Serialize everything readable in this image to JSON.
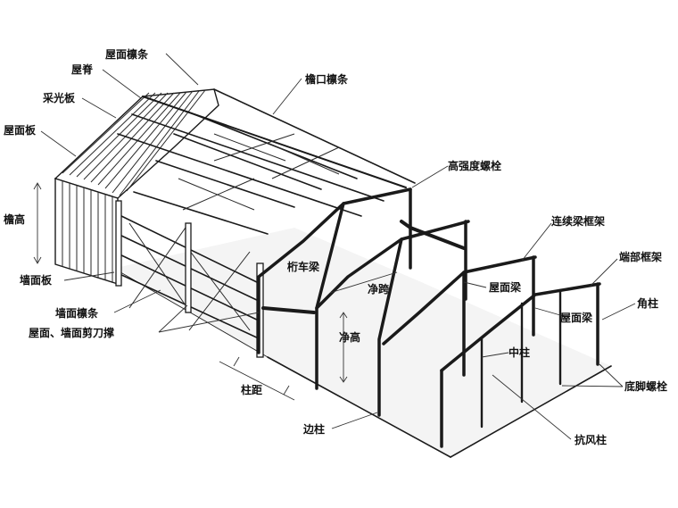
{
  "labels": {
    "roof_purlin": "屋面檩条",
    "ridge": "屋脊",
    "eave_purlin": "檐口檩条",
    "skylight": "采光板",
    "roof_panel": "屋面板",
    "high_strength_bolt": "高强度螺栓",
    "eave_height": "檐高",
    "continuous_beam_frame": "连续梁框架",
    "end_frame": "端部框架",
    "wall_panel": "墙面板",
    "crane_beam": "桁车梁",
    "clear_span": "净跨",
    "roof_beam_1": "屋面梁",
    "wall_purlin": "墙面檩条",
    "roof_beam_2": "屋面梁",
    "corner_column": "角柱",
    "bracing": "屋面、墙面剪刀撑",
    "clear_height": "净高",
    "middle_column": "中柱",
    "anchor_bolt": "底脚螺栓",
    "column_spacing": "柱距",
    "side_column": "边柱",
    "wind_column": "抗风柱"
  },
  "colors": {
    "ink": "#1a1a1a",
    "background": "#ffffff"
  }
}
